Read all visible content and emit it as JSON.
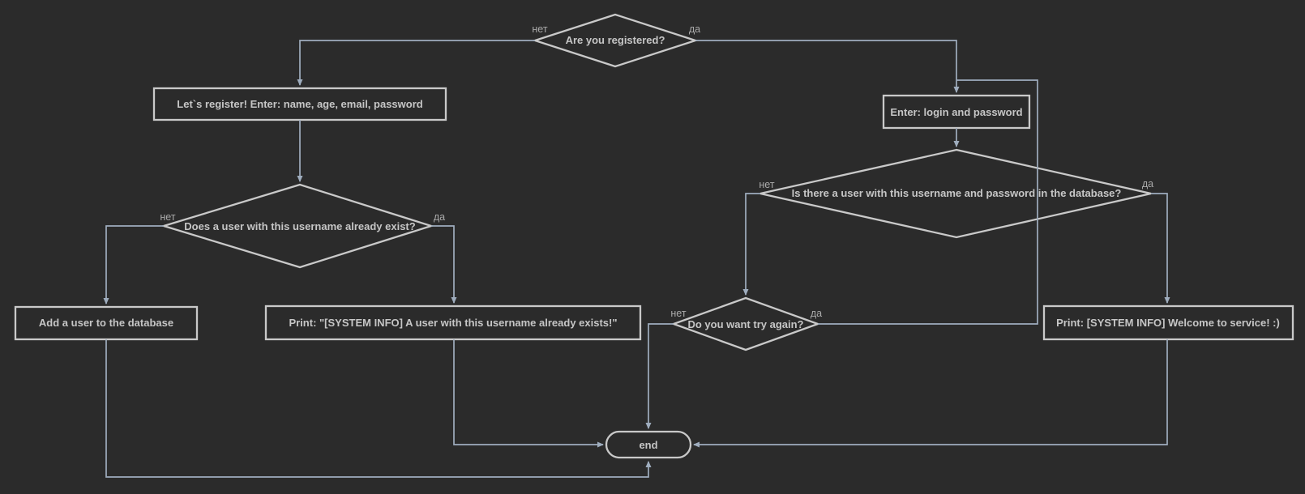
{
  "colors": {
    "background": "#2b2b2b",
    "node-stroke": "#c9c9c9",
    "node-text": "#c6c6c6",
    "connector": "#9fadbe",
    "edge-label": "#aaaaaa"
  },
  "diagram": {
    "nodes": {
      "are_you_registered": "Are you registered?",
      "lets_register": "Let`s register! Enter: name, age, email, password",
      "enter_login": "Enter: login and password",
      "username_exists_q": "Does a user with this username already exist?",
      "user_in_db_q": "Is there a user with this username and password in the database?",
      "try_again_q": "Do you want try again?",
      "add_user": "Add a user to the database",
      "print_exists": "Print: \"[SYSTEM INFO] A user with this username already exists!\"",
      "print_welcome": "Print: [SYSTEM INFO] Welcome to service! :)",
      "end": "end"
    },
    "edge_labels": {
      "no": "нет",
      "yes": "да"
    }
  }
}
